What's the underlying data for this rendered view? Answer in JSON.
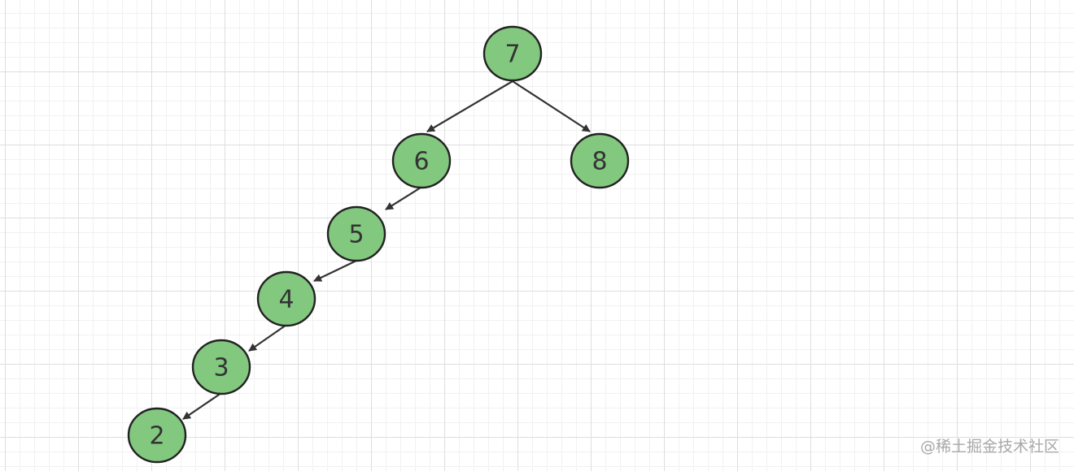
{
  "diagram": {
    "type": "binary-tree",
    "nodes": [
      {
        "id": "n7",
        "label": "7"
      },
      {
        "id": "n6",
        "label": "6"
      },
      {
        "id": "n8",
        "label": "8"
      },
      {
        "id": "n5",
        "label": "5"
      },
      {
        "id": "n4",
        "label": "4"
      },
      {
        "id": "n3",
        "label": "3"
      },
      {
        "id": "n2",
        "label": "2"
      }
    ],
    "edges": [
      {
        "from": "n7",
        "to": "n6"
      },
      {
        "from": "n7",
        "to": "n8"
      },
      {
        "from": "n6",
        "to": "n5"
      },
      {
        "from": "n5",
        "to": "n4"
      },
      {
        "from": "n4",
        "to": "n3"
      },
      {
        "from": "n3",
        "to": "n2"
      }
    ],
    "colors": {
      "node_fill": "#82c87e",
      "node_stroke": "#222222",
      "edge": "#333333"
    }
  },
  "watermark": {
    "text": "@稀土掘金技术社区"
  }
}
